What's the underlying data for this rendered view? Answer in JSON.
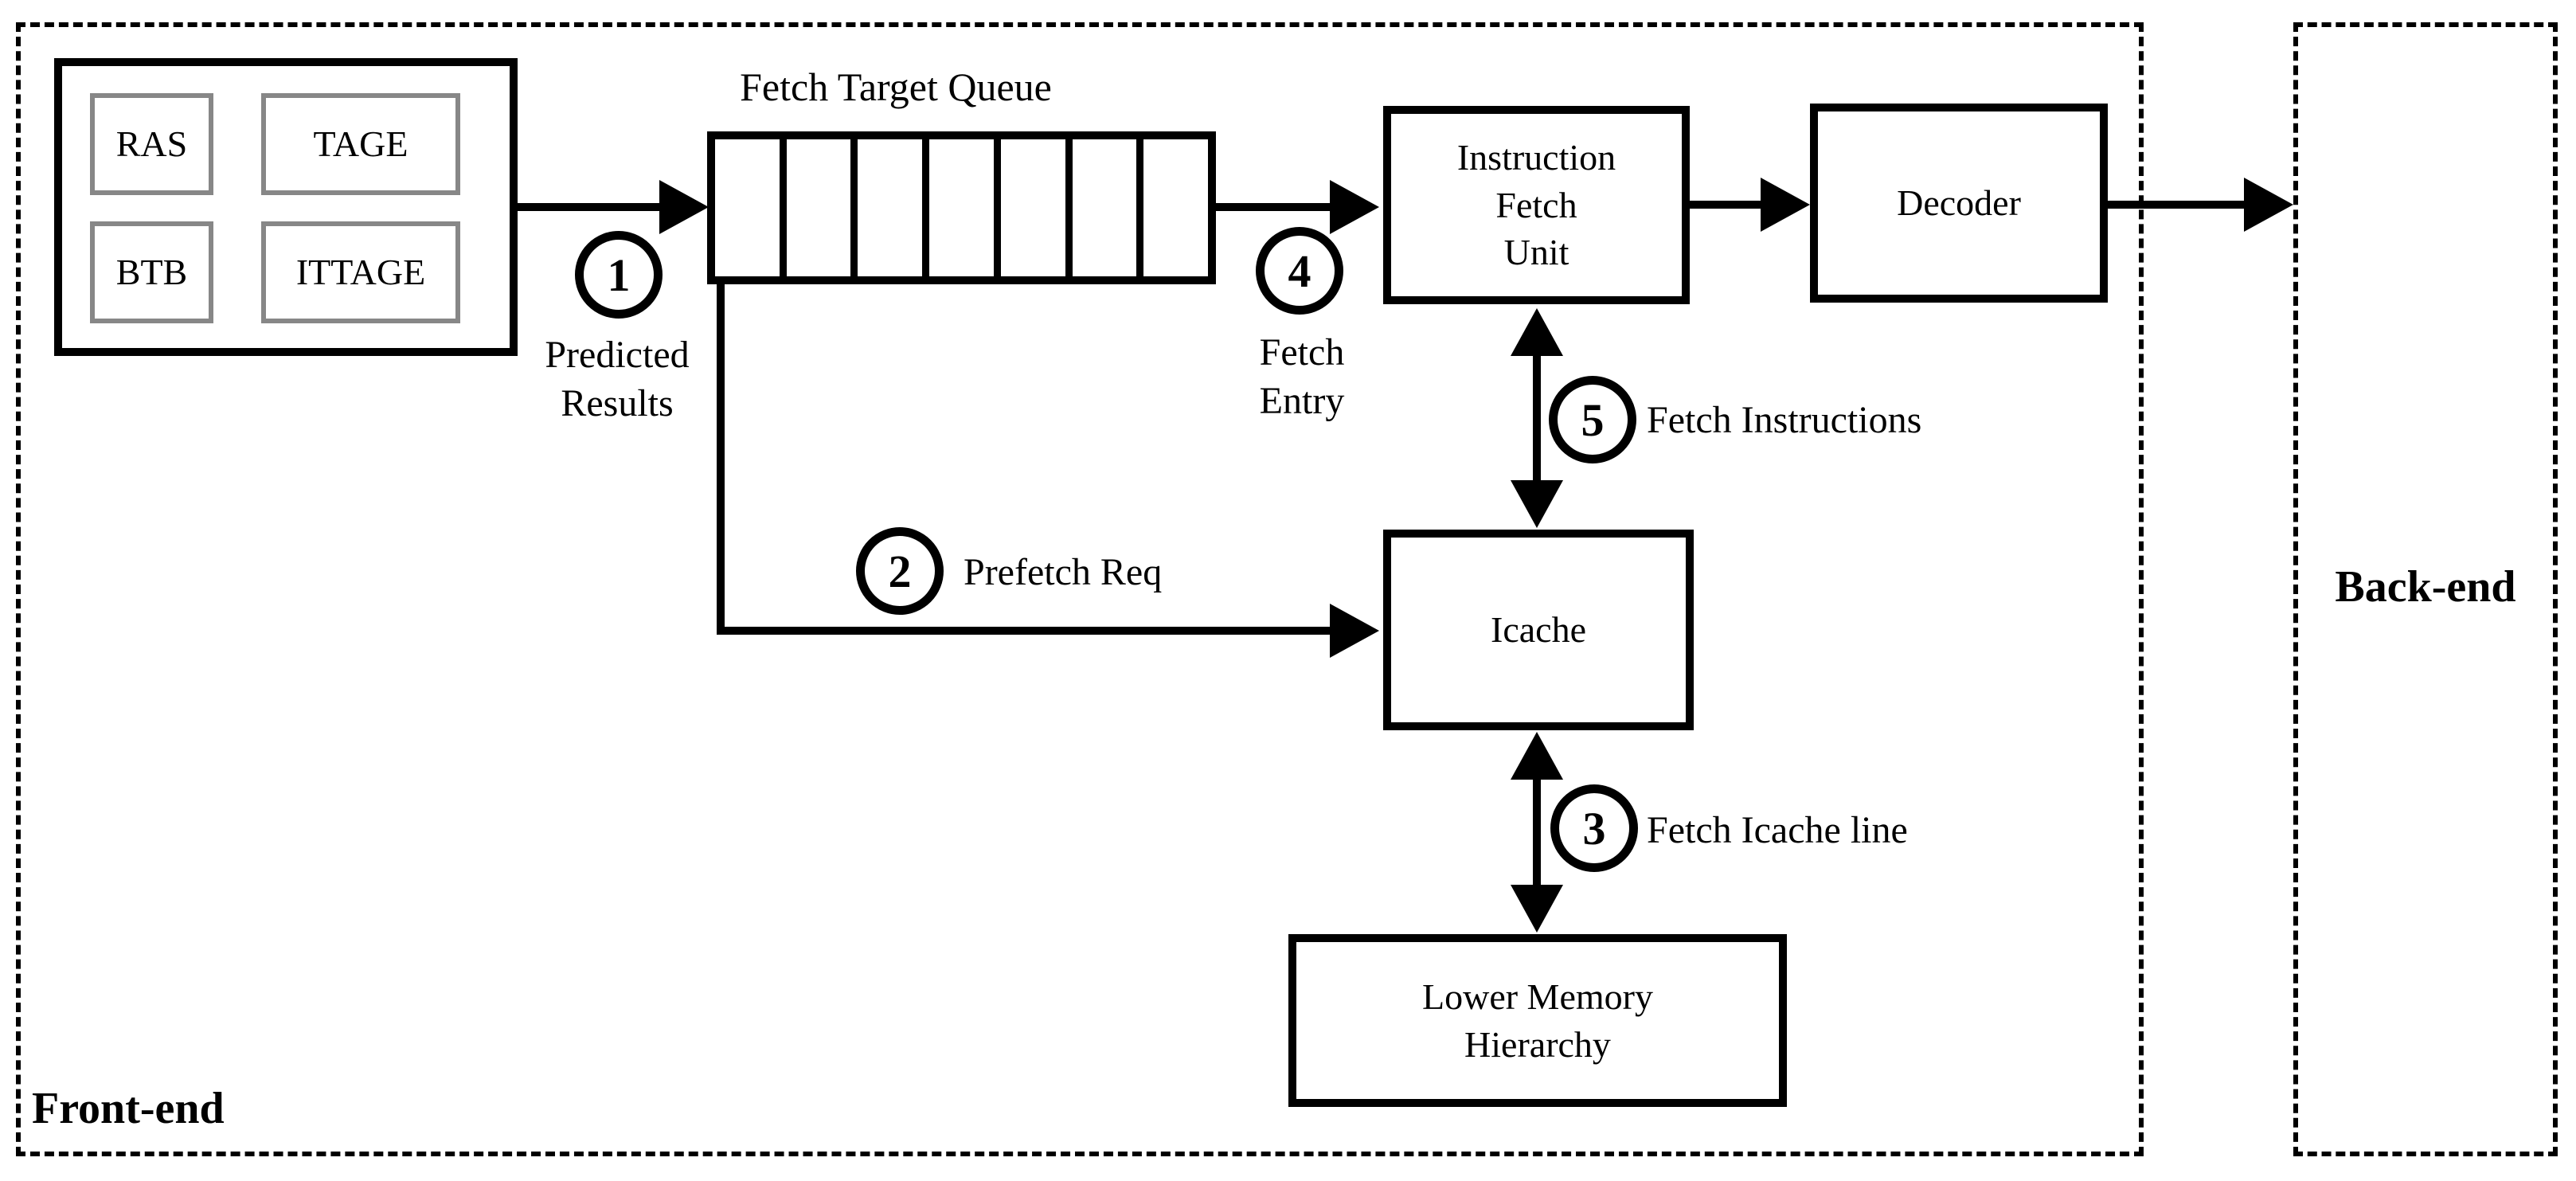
{
  "regions": {
    "front_end": {
      "label": "Front-end"
    },
    "back_end": {
      "label": "Back-end"
    }
  },
  "predictor": {
    "units": [
      "RAS",
      "TAGE",
      "BTB",
      "ITTAGE"
    ]
  },
  "queue": {
    "title": "Fetch Target Queue",
    "slot_count": 7
  },
  "boxes": {
    "ifu": {
      "lines": [
        "Instruction",
        "Fetch",
        "Unit"
      ]
    },
    "decoder": {
      "label": "Decoder"
    },
    "icache": {
      "label": "Icache"
    },
    "lower_memory": {
      "lines": [
        "Lower Memory",
        "Hierarchy"
      ]
    }
  },
  "steps": [
    {
      "number": "1",
      "lines": [
        "Predicted",
        "Results"
      ]
    },
    {
      "number": "2",
      "lines": [
        "Prefetch Req"
      ]
    },
    {
      "number": "3",
      "lines": [
        "Fetch Icache line"
      ]
    },
    {
      "number": "4",
      "lines": [
        "Fetch",
        "Entry"
      ]
    },
    {
      "number": "5",
      "lines": [
        "Fetch Instructions"
      ]
    }
  ],
  "colors": {
    "line": "#000000",
    "subbox_border": "#878787",
    "background": "#ffffff"
  }
}
